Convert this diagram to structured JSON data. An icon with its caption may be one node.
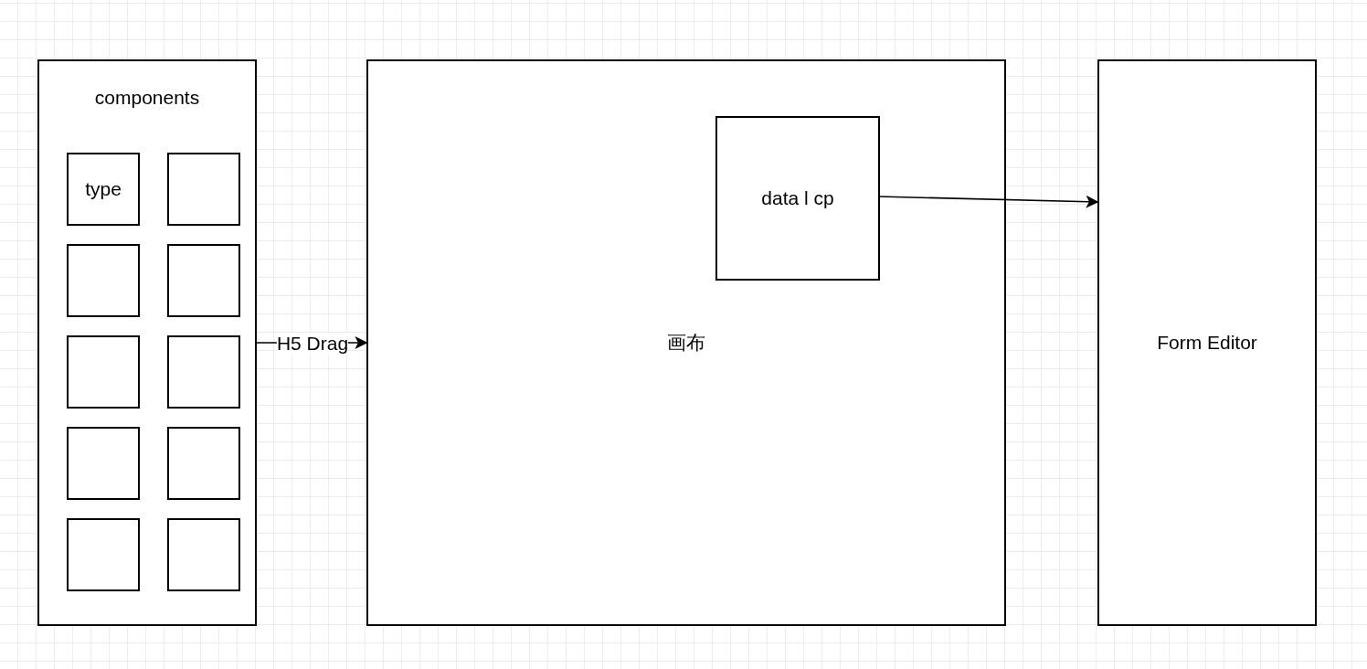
{
  "diagram": {
    "nodes": [
      {
        "text": [
          "components"
        ]
      },
      {
        "text": [
          "type"
        ],
        "in": 0
      },
      {
        "text": [],
        "shape": "box",
        "in": 0
      },
      {
        "text": [],
        "shape": "box",
        "in": 0
      },
      {
        "text": [],
        "shape": "box",
        "in": 0
      },
      {
        "text": [],
        "shape": "box",
        "in": 0
      },
      {
        "text": [],
        "shape": "box",
        "in": 0
      },
      {
        "text": [],
        "shape": "box",
        "in": 0
      },
      {
        "text": [],
        "shape": "box",
        "in": 0
      },
      {
        "text": [],
        "shape": "box",
        "in": 0
      },
      {
        "text": [],
        "shape": "box",
        "in": 0
      },
      {
        "text": [
          "画布"
        ]
      },
      {
        "text": [
          "data l cp"
        ],
        "in": 11
      },
      {
        "text": [
          "Form Editor"
        ]
      }
    ],
    "edges": [
      {
        "from": 0,
        "to": 11,
        "arrow": "to",
        "label": "H5 Drag"
      },
      {
        "from": 12,
        "to": 13,
        "arrow": "to"
      }
    ]
  }
}
